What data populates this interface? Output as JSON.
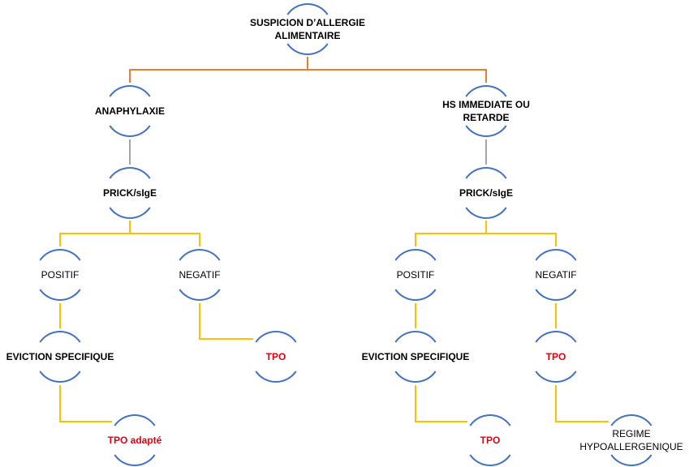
{
  "colors": {
    "arc": "#4472c4",
    "connector_top": "#ed7d31",
    "connector_mid": "#a5a5a5",
    "connector_low": "#ffc000",
    "emphasis_text": "#e0000f"
  },
  "root": {
    "lines": [
      "SUSPICION D’ALLERGIE",
      "ALIMENTAIRE"
    ]
  },
  "left": {
    "anaphylaxie": "ANAPHYLAXIE",
    "prick": "PRICK/sIgE",
    "positif": "POSITIF",
    "negatif": "NEGATIF",
    "eviction": "EVICTION SPECIFIQUE",
    "tpo": "TPO",
    "tpo_adapte": "TPO adapté"
  },
  "right": {
    "hs_lines": [
      "HS IMMEDIATE OU",
      "RETARDE"
    ],
    "prick": "PRICK/sIgE",
    "positif": "POSITIF",
    "negatif": "NEGATIF",
    "eviction": "EVICTION SPECIFIQUE",
    "tpo_neg": "TPO",
    "tpo_pos": "TPO",
    "regime_lines": [
      "REGIME",
      "HYPOALLERGENIQUE"
    ]
  }
}
